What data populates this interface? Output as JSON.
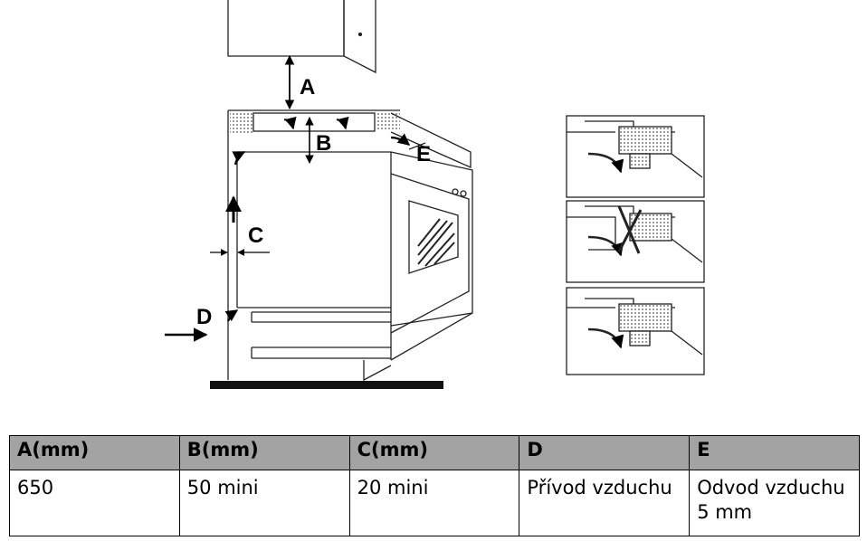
{
  "figure": {
    "labels": {
      "a": "A",
      "b": "B",
      "c": "C",
      "d": "D",
      "e": "E"
    }
  },
  "table": {
    "headers": [
      "A(mm)",
      "B(mm)",
      "C(mm)",
      "D",
      "E"
    ],
    "rows": [
      [
        "650",
        "50 mini",
        "20 mini",
        "Přívod vzduchu",
        "Odvod vzduchu 5 mm"
      ]
    ]
  }
}
